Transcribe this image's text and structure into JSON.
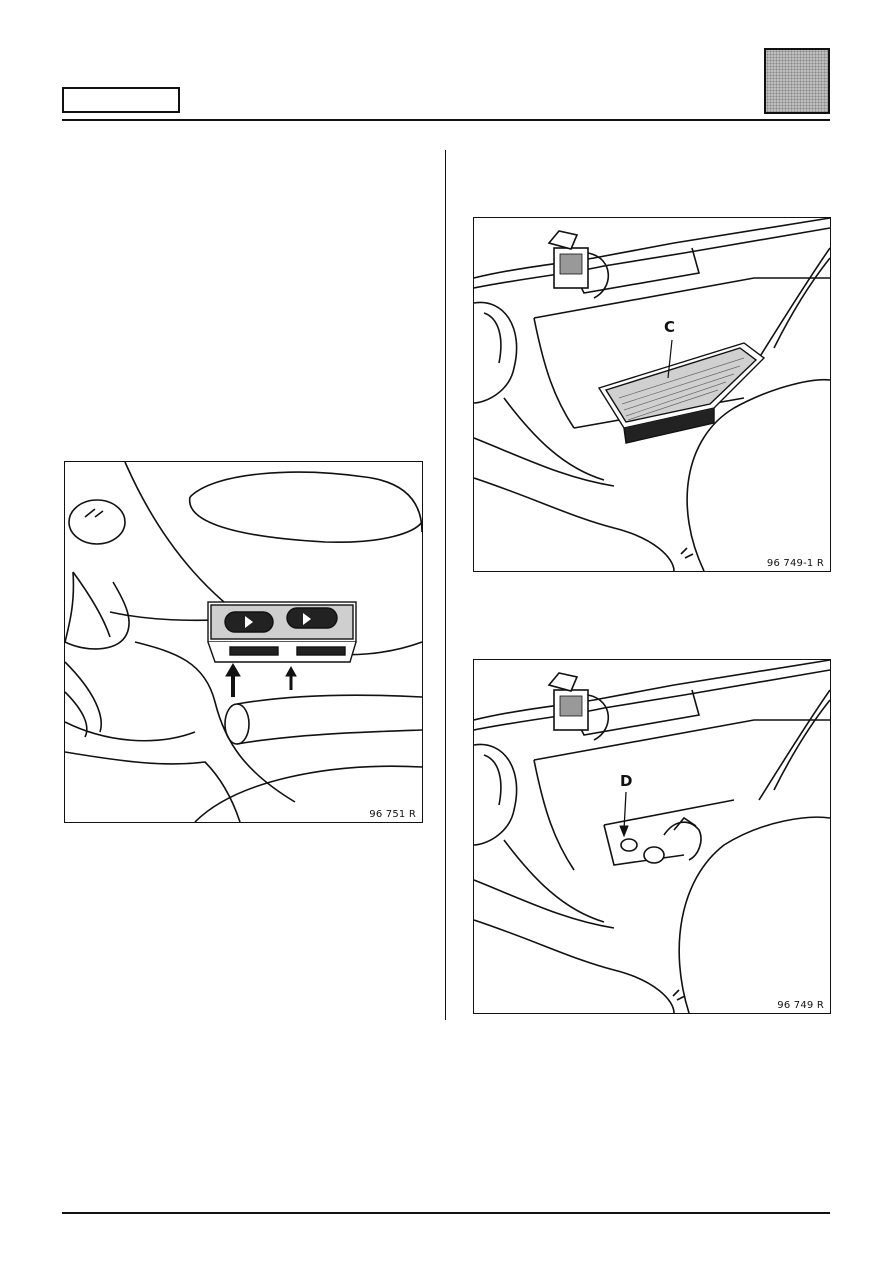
{
  "figures": [
    {
      "id": "fig-console-switch",
      "caption": "96 751 R"
    },
    {
      "id": "fig-cover-c",
      "caption": "96 749-1 R",
      "callout": "C"
    },
    {
      "id": "fig-screw-d",
      "caption": "96 749 R",
      "callout": "D"
    }
  ]
}
